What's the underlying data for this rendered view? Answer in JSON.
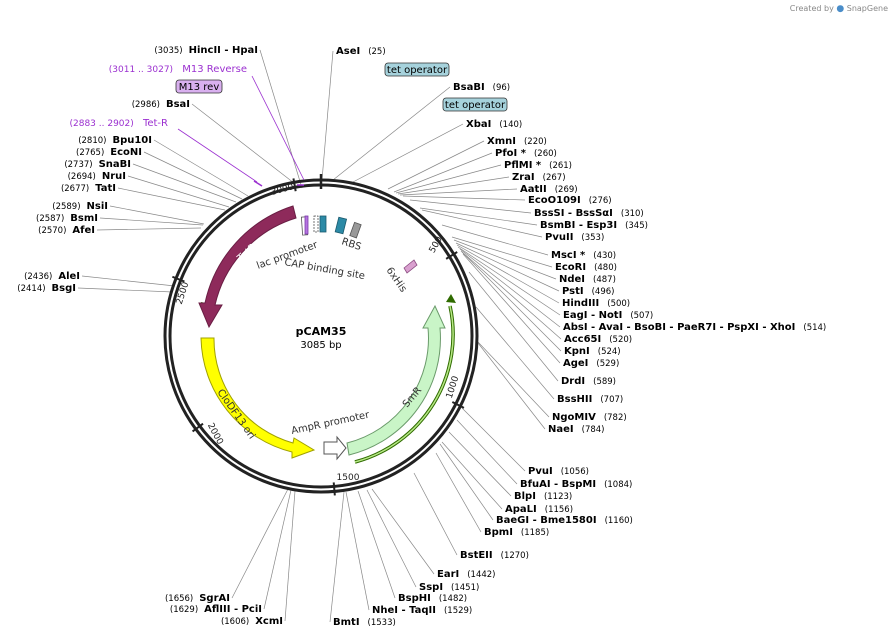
{
  "brand": {
    "created_by": "Created by",
    "name": "SnapGene"
  },
  "plasmid": {
    "name": "pCAM35",
    "length_label": "3085 bp",
    "length": 3085
  },
  "ticks": [
    {
      "label": "500",
      "pos": 500
    },
    {
      "label": "1000",
      "pos": 1000
    },
    {
      "label": "1500",
      "pos": 1500
    },
    {
      "label": "2000",
      "pos": 2000
    },
    {
      "label": "2500",
      "pos": 2500
    },
    {
      "label": "3000",
      "pos": 3000
    }
  ],
  "sites": [
    {
      "name": "HincII  - HpaI",
      "pos": "(3035)",
      "side": "left"
    },
    {
      "name": "AseI",
      "pos": "(25)",
      "side": "right"
    },
    {
      "name": "BsaBI",
      "pos": "(96)",
      "side": "right"
    },
    {
      "name": "BsaI",
      "pos": "(2986)",
      "side": "left"
    },
    {
      "name": "XbaI",
      "pos": "(140)",
      "side": "right"
    },
    {
      "name": "Bpu10I",
      "pos": "(2810)",
      "side": "left"
    },
    {
      "name": "XmnI",
      "pos": "(220)",
      "side": "right"
    },
    {
      "name": "EcoNI",
      "pos": "(2765)",
      "side": "left"
    },
    {
      "name": "PfoI *",
      "pos": "(260)",
      "side": "right"
    },
    {
      "name": "SnaBI",
      "pos": "(2737)",
      "side": "left"
    },
    {
      "name": "PflMI *",
      "pos": "(261)",
      "side": "right"
    },
    {
      "name": "NruI",
      "pos": "(2694)",
      "side": "left"
    },
    {
      "name": "ZraI",
      "pos": "(267)",
      "side": "right"
    },
    {
      "name": "TatI",
      "pos": "(2677)",
      "side": "left"
    },
    {
      "name": "AatII",
      "pos": "(269)",
      "side": "right"
    },
    {
      "name": "EcoO109I",
      "pos": "(276)",
      "side": "right"
    },
    {
      "name": "NsiI",
      "pos": "(2589)",
      "side": "left"
    },
    {
      "name": "BssSI  - BssSαI",
      "pos": "(310)",
      "side": "right"
    },
    {
      "name": "BsmI",
      "pos": "(2587)",
      "side": "left"
    },
    {
      "name": "BsmBI  - Esp3I",
      "pos": "(345)",
      "side": "right"
    },
    {
      "name": "AfeI",
      "pos": "(2570)",
      "side": "left"
    },
    {
      "name": "PvuII",
      "pos": "(353)",
      "side": "right"
    },
    {
      "name": "MscI *",
      "pos": "(430)",
      "side": "right"
    },
    {
      "name": "EcoRI",
      "pos": "(480)",
      "side": "right"
    },
    {
      "name": "AleI",
      "pos": "(2436)",
      "side": "left"
    },
    {
      "name": "NdeI",
      "pos": "(487)",
      "side": "right"
    },
    {
      "name": "BsgI",
      "pos": "(2414)",
      "side": "left"
    },
    {
      "name": "PstI",
      "pos": "(496)",
      "side": "right"
    },
    {
      "name": "HindIII",
      "pos": "(500)",
      "side": "right"
    },
    {
      "name": "EagI  - NotI",
      "pos": "(507)",
      "side": "right"
    },
    {
      "name": "AbsI  - AvaI  - BsoBI  - PaeR7I  - PspXI  - XhoI",
      "pos": "(514)",
      "side": "right"
    },
    {
      "name": "Acc65I",
      "pos": "(520)",
      "side": "right"
    },
    {
      "name": "KpnI",
      "pos": "(524)",
      "side": "right"
    },
    {
      "name": "AgeI",
      "pos": "(529)",
      "side": "right"
    },
    {
      "name": "DrdI",
      "pos": "(589)",
      "side": "right"
    },
    {
      "name": "BssHII",
      "pos": "(707)",
      "side": "right"
    },
    {
      "name": "NgoMIV",
      "pos": "(782)",
      "side": "right"
    },
    {
      "name": "NaeI",
      "pos": "(784)",
      "side": "right"
    },
    {
      "name": "PvuI",
      "pos": "(1056)",
      "side": "right"
    },
    {
      "name": "BfuAI  - BspMI",
      "pos": "(1084)",
      "side": "right"
    },
    {
      "name": "BlpI",
      "pos": "(1123)",
      "side": "right"
    },
    {
      "name": "ApaLI",
      "pos": "(1156)",
      "side": "right"
    },
    {
      "name": "BaeGI  - Bme1580I",
      "pos": "(1160)",
      "side": "right"
    },
    {
      "name": "BpmI",
      "pos": "(1185)",
      "side": "right"
    },
    {
      "name": "BstEII",
      "pos": "(1270)",
      "side": "right"
    },
    {
      "name": "EarI",
      "pos": "(1442)",
      "side": "right"
    },
    {
      "name": "SspI",
      "pos": "(1451)",
      "side": "right"
    },
    {
      "name": "BspHI",
      "pos": "(1482)",
      "side": "right"
    },
    {
      "name": "NheI  - TaqII",
      "pos": "(1529)",
      "side": "right"
    },
    {
      "name": "BmtI",
      "pos": "(1533)",
      "side": "right"
    },
    {
      "name": "XcmI",
      "pos": "(1606)",
      "side": "left"
    },
    {
      "name": "AflIII  - PciI",
      "pos": "(1629)",
      "side": "left"
    },
    {
      "name": "SgrAI",
      "pos": "(1656)",
      "side": "left"
    }
  ],
  "primers": [
    {
      "name": "M13 Reverse",
      "range": "(3011 .. 3027)"
    },
    {
      "name": "Tet-R",
      "range": "(2883 .. 2902)"
    }
  ],
  "boxed_features": [
    {
      "name": "tet operator",
      "color": "#a6d2dc"
    },
    {
      "name": "tet operator",
      "color": "#a6d2dc"
    },
    {
      "name": "M13 rev",
      "color": "#d9b0ef"
    }
  ],
  "features": [
    {
      "name": "TetR",
      "color": "#8e2a5b"
    },
    {
      "name": "CloDF13 ori",
      "color": "#ffff00"
    },
    {
      "name": "SmR",
      "color": "#c9f5c7"
    },
    {
      "name": "AmpR promoter",
      "color": "#ffffff"
    },
    {
      "name": "lac promoter",
      "color": "#ffffff"
    },
    {
      "name": "CAP binding site",
      "color": "#ffffff"
    },
    {
      "name": "RBS",
      "color": "#ffffff"
    },
    {
      "name": "6xHis",
      "color": "#d9a0cf"
    }
  ],
  "colors": {
    "backbone": "#222222",
    "primer": "#9b30d0",
    "label_line": "#888888",
    "arrow_outline": "#7bc143"
  }
}
